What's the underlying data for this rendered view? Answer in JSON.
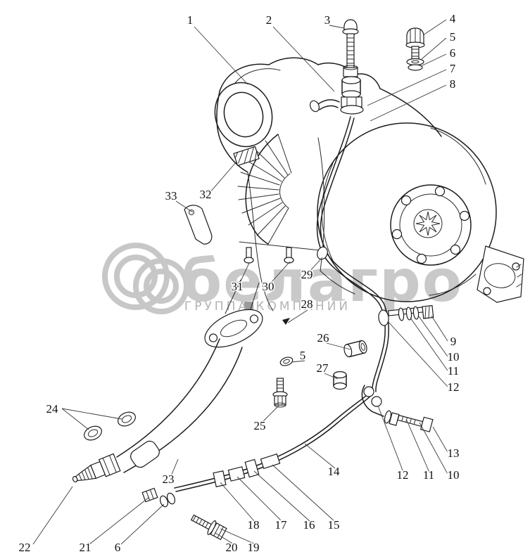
{
  "diagram": {
    "type": "exploded-parts-drawing",
    "subject": "turbocharger-assembly",
    "colors": {
      "line": "#1c1c1c",
      "watermark": "#c9c9c9",
      "watermark_subtitle": "#b3b3b3",
      "background": "#ffffff"
    },
    "watermark": {
      "brand": "белагро",
      "subtitle": "ГРУППА КОМПАНИЙ"
    },
    "callouts": [
      {
        "label": "1"
      },
      {
        "label": "2"
      },
      {
        "label": "3"
      },
      {
        "label": "4"
      },
      {
        "label": "5"
      },
      {
        "label": "6"
      },
      {
        "label": "7"
      },
      {
        "label": "8"
      },
      {
        "label": "33"
      },
      {
        "label": "32"
      },
      {
        "label": "31"
      },
      {
        "label": "30"
      },
      {
        "label": "29"
      },
      {
        "label": "28"
      },
      {
        "label": "26"
      },
      {
        "label": "5"
      },
      {
        "label": "27"
      },
      {
        "label": "25"
      },
      {
        "label": "24"
      },
      {
        "label": "23"
      },
      {
        "label": "22"
      },
      {
        "label": "21"
      },
      {
        "label": "6"
      },
      {
        "label": "20"
      },
      {
        "label": "19"
      },
      {
        "label": "18"
      },
      {
        "label": "17"
      },
      {
        "label": "16"
      },
      {
        "label": "15"
      },
      {
        "label": "14"
      },
      {
        "label": "9"
      },
      {
        "label": "10"
      },
      {
        "label": "11"
      },
      {
        "label": "12"
      },
      {
        "label": "13"
      },
      {
        "label": "10"
      },
      {
        "label": "11"
      },
      {
        "label": "12"
      }
    ]
  }
}
